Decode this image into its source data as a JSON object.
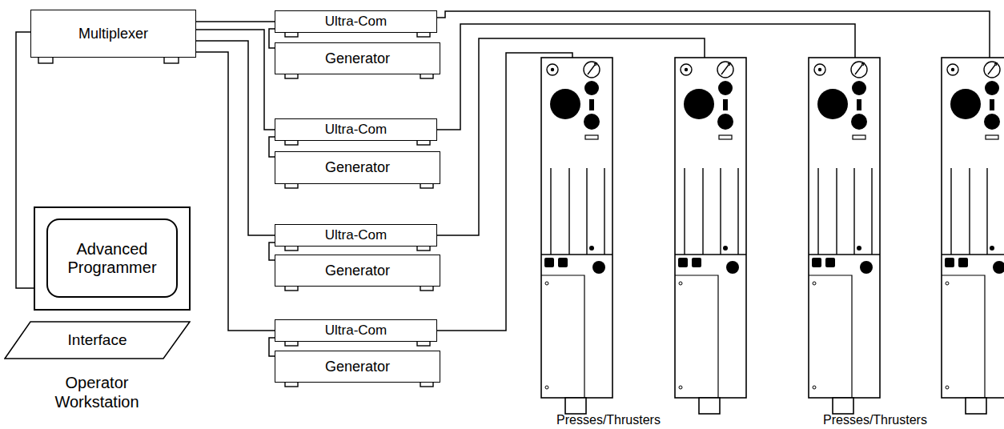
{
  "diagram": {
    "nodes": [
      {
        "text": [
          "Multiplexer"
        ]
      },
      {
        "text": [
          "Ultra-Com"
        ]
      },
      {
        "text": [
          "Generator"
        ]
      },
      {
        "text": [
          "Ultra-Com"
        ]
      },
      {
        "text": [
          "Generator"
        ]
      },
      {
        "text": [
          "Ultra-Com"
        ]
      },
      {
        "text": [
          "Generator"
        ]
      },
      {
        "text": [
          "Ultra-Com"
        ]
      },
      {
        "text": [
          "Generator"
        ]
      },
      {
        "text": [
          "Advanced Programmer"
        ]
      },
      {
        "text": [
          "Interface"
        ]
      }
    ],
    "edges": [
      {
        "from": 0,
        "to": 1,
        "arrow": "none"
      },
      {
        "from": 1,
        "to": 2,
        "arrow": "none"
      },
      {
        "from": 0,
        "to": 3,
        "arrow": "none"
      },
      {
        "from": 3,
        "to": 4,
        "arrow": "none"
      },
      {
        "from": 0,
        "to": 5,
        "arrow": "none"
      },
      {
        "from": 5,
        "to": 6,
        "arrow": "none"
      },
      {
        "from": 0,
        "to": 7,
        "arrow": "none"
      },
      {
        "from": 7,
        "to": 8,
        "arrow": "none"
      },
      {
        "from": 0,
        "to": 9,
        "arrow": "none"
      }
    ],
    "labels": [
      "Operator Workstation",
      "Presses/Thrusters",
      "Presses/Thrusters"
    ]
  }
}
